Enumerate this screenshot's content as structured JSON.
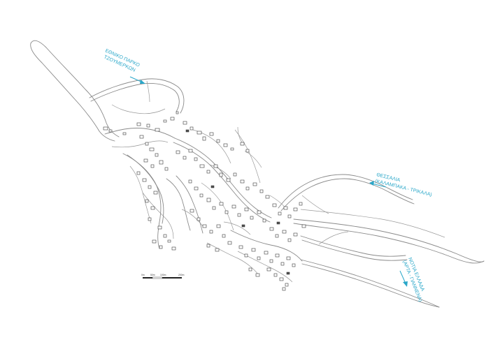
{
  "map": {
    "labels": {
      "national_park_line1": "ΕΘΝΙΚΟ ΠΑΡΚΟ",
      "national_park_line2": "ΤΖΟΥΜΕΡΚΩΝ",
      "thessalia_line1": "ΘΕΣΣΑΛΙΑ",
      "thessalia_line2": "(ΚΑΛΑΜΠΑΚΑ - ΤΡΙΚΑΛΑ)",
      "south_line1": "ΝΟΤΙΑ ΕΛΛΑΔΑ",
      "south_line2": "(ΑΡΤΑ - ΓΙΑΝΝΕΝΑ)"
    },
    "scale_bar": {
      "ticks": [
        "0m",
        "50m",
        "100m",
        "200m"
      ]
    },
    "colors": {
      "label_color": "#2aa7c9",
      "road_color": "#8a8a8a",
      "building_outline": "#3a3a3a"
    }
  }
}
